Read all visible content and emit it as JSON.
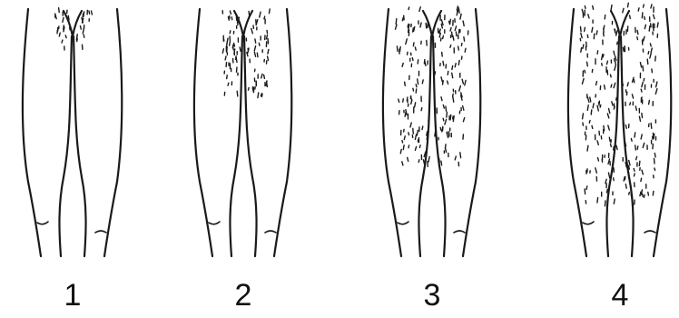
{
  "figure": {
    "panels": [
      {
        "label": "1",
        "hair_extent": "pubic"
      },
      {
        "label": "2",
        "hair_extent": "upper-thigh"
      },
      {
        "label": "3",
        "hair_extent": "mid-thigh"
      },
      {
        "label": "4",
        "hair_extent": "full-thigh"
      }
    ],
    "colors": {
      "line": "#1a1a1a",
      "background": "#ffffff"
    }
  }
}
